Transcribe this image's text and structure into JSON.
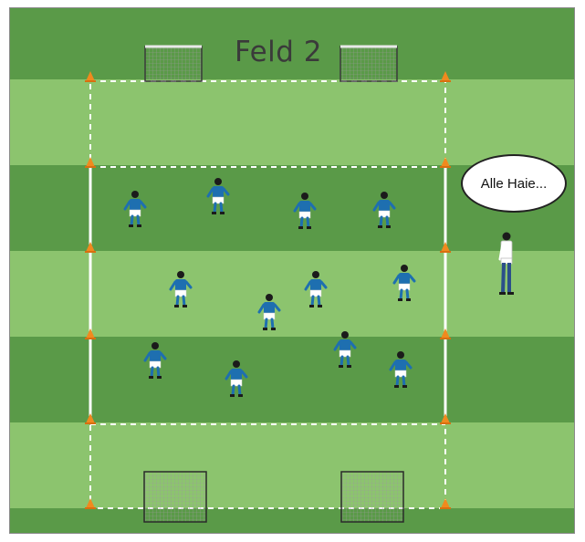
{
  "field": {
    "title": "Feld 2",
    "colors": {
      "dark_green": "#5a9a48",
      "light_green": "#8cc46e",
      "player_shirt": "#1e6fb0",
      "cone": "#f08a1e"
    }
  },
  "coach": {
    "speech": "Alle Haie..."
  },
  "players": {
    "count": 12
  },
  "goals": {
    "count": 4
  },
  "cones": {
    "count": 12
  }
}
